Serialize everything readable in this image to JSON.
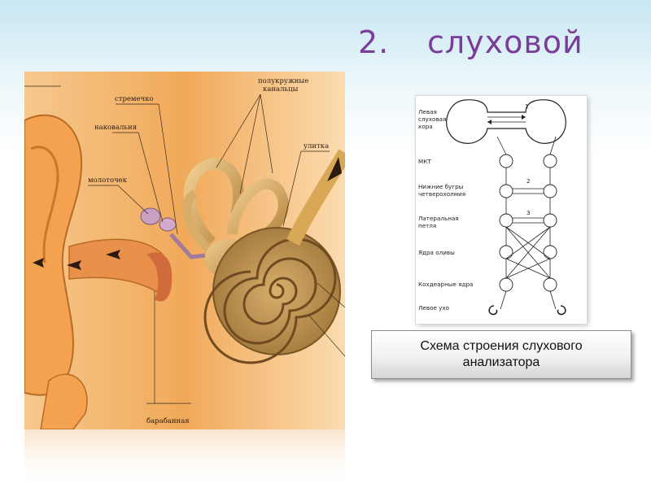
{
  "slide": {
    "title_number": "2.",
    "title_word": "слуховой"
  },
  "ear_figure": {
    "labels": {
      "stirrup": "стремечко",
      "semicircular_line1": "полукружные",
      "semicircular_line2": "канальцы",
      "anvil": "наковальня",
      "cochlea": "улитка",
      "hammer": "молоточек",
      "eardrum": "барабанная"
    }
  },
  "schema": {
    "labels": {
      "left_cortex_line1": "Левая",
      "left_cortex_line2": "слуховая",
      "left_cortex_line3": "кора",
      "mgb": "МКТ",
      "inferior_colliculi_line1": "Нижние бугры",
      "inferior_colliculi_line2": "четверохолмия",
      "lateral_lemniscus_line1": "Латеральная",
      "lateral_lemniscus_line2": "петля",
      "olive": "Ядра оливы",
      "cochlear_nuclei": "Кохдеарные ядра",
      "left_ear": "Левое ухо"
    },
    "numbers": [
      "1",
      "2",
      "3"
    ]
  },
  "caption": {
    "text": "Схема строения слухового\nанализатора"
  },
  "colors": {
    "title": "#7a3d9a",
    "skin": "#f2b36a",
    "cochlea": "#c99a52"
  }
}
